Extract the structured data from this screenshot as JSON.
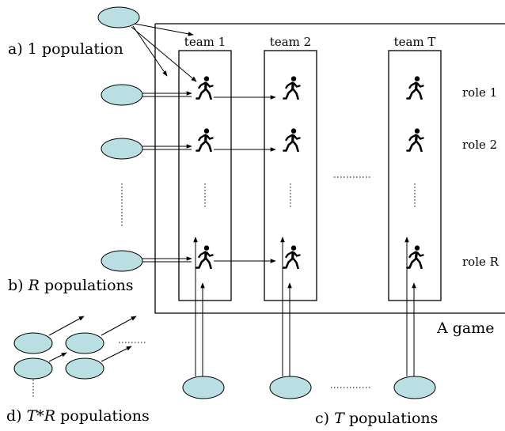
{
  "labels": {
    "one_population": "a) 1 population",
    "r_prefix": "b) ",
    "r_var": "R",
    "r_suffix": " populations",
    "tr_prefix": "d) ",
    "tr_var": "T*R",
    "tr_suffix": " populations",
    "t_prefix": "c) ",
    "t_var": "T",
    "t_suffix": " populations",
    "game": "A game"
  },
  "teams": [
    "team 1",
    "team 2",
    "team T"
  ],
  "roles": [
    "role 1",
    "role 2",
    "role R"
  ],
  "colors": {
    "population_fill": "#b9dfe3",
    "stroke": "#000000"
  }
}
